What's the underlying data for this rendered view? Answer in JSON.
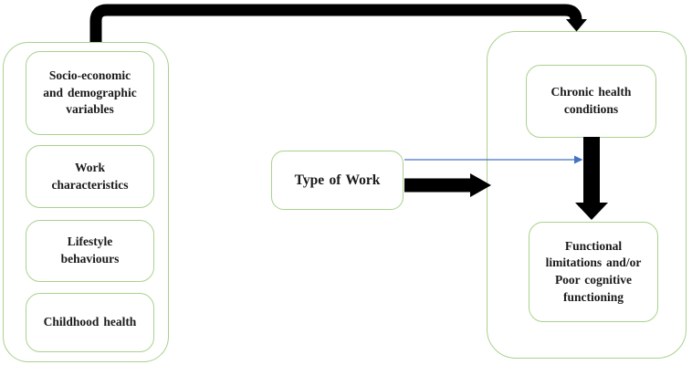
{
  "colors": {
    "green": "#a9d18e",
    "blue": "#4472c4",
    "black": "#000000",
    "bg": "#ffffff"
  },
  "diagram": {
    "left_group": {
      "items": [
        {
          "label": "Socio-economic and demographic variables"
        },
        {
          "label": "Work characteristics"
        },
        {
          "label": "Lifestyle behaviours"
        },
        {
          "label": "Childhood health"
        }
      ]
    },
    "middle": {
      "type_of_work_label": "Type of Work"
    },
    "right_group": {
      "items": [
        {
          "label": "Chronic health conditions"
        },
        {
          "label": "Functional limitations and/or Poor cognitive functioning"
        }
      ]
    },
    "arrows": [
      {
        "name": "covariates-to-outcomes",
        "from": "left-group",
        "to": "right-group",
        "style": "thick-black-elbow"
      },
      {
        "name": "type-of-work-to-outcomes",
        "from": "type-of-work",
        "to": "right-group",
        "style": "thick-black-straight"
      },
      {
        "name": "type-of-work-moderates-path",
        "from": "type-of-work",
        "to": "chronic-to-functional-arrow",
        "style": "thin-blue-straight"
      },
      {
        "name": "chronic-to-functional",
        "from": "chronic-health-conditions",
        "to": "functional-limitations",
        "style": "thick-black-straight"
      }
    ]
  }
}
